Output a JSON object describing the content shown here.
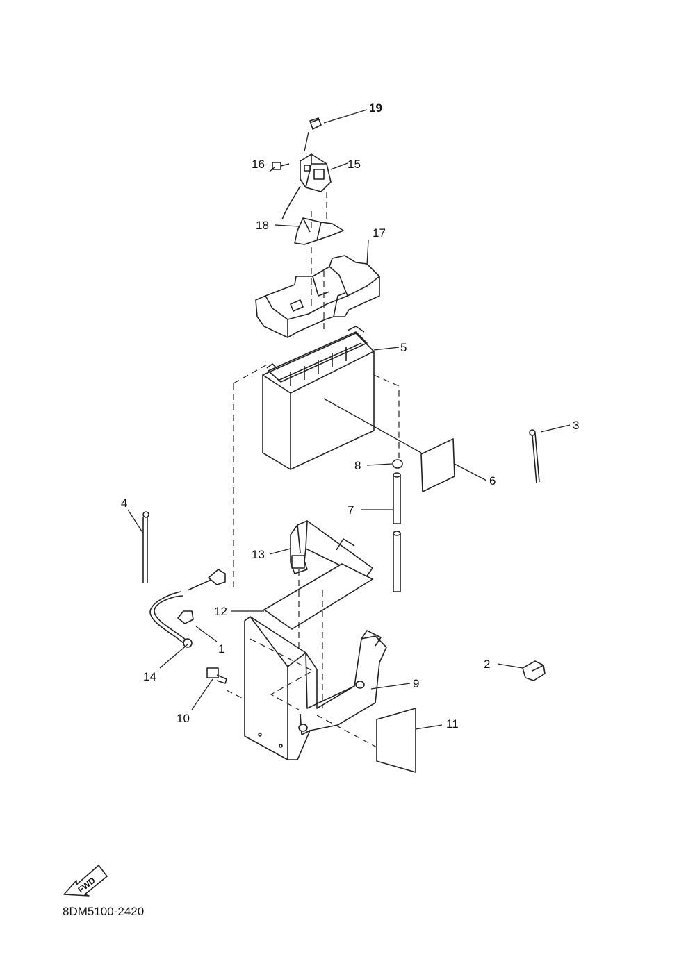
{
  "diagram": {
    "callouts": [
      {
        "id": "1",
        "label": "1"
      },
      {
        "id": "2",
        "label": "2"
      },
      {
        "id": "3",
        "label": "3"
      },
      {
        "id": "4",
        "label": "4"
      },
      {
        "id": "5",
        "label": "5"
      },
      {
        "id": "6",
        "label": "6"
      },
      {
        "id": "7",
        "label": "7"
      },
      {
        "id": "8",
        "label": "8"
      },
      {
        "id": "9",
        "label": "9"
      },
      {
        "id": "10",
        "label": "10"
      },
      {
        "id": "11",
        "label": "11"
      },
      {
        "id": "12",
        "label": "12"
      },
      {
        "id": "13",
        "label": "13"
      },
      {
        "id": "14",
        "label": "14"
      },
      {
        "id": "15",
        "label": "15"
      },
      {
        "id": "16",
        "label": "16"
      },
      {
        "id": "17",
        "label": "17"
      },
      {
        "id": "18",
        "label": "18"
      },
      {
        "id": "19",
        "label": "19"
      }
    ],
    "direction_marker": "FWD",
    "drawing_code": "8DM5100-2420"
  }
}
